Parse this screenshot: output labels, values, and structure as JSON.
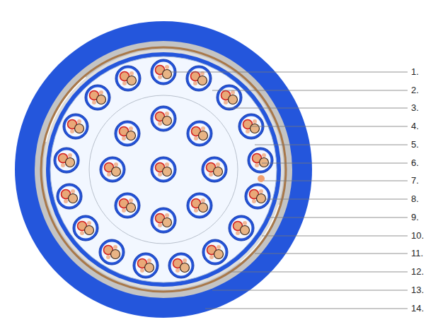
{
  "diagram": {
    "labels": [
      "1.",
      "2.",
      "3.",
      "4.",
      "5.",
      "6.",
      "7.",
      "8.",
      "9.",
      "10.",
      "11.",
      "12.",
      "13.",
      "14."
    ]
  }
}
